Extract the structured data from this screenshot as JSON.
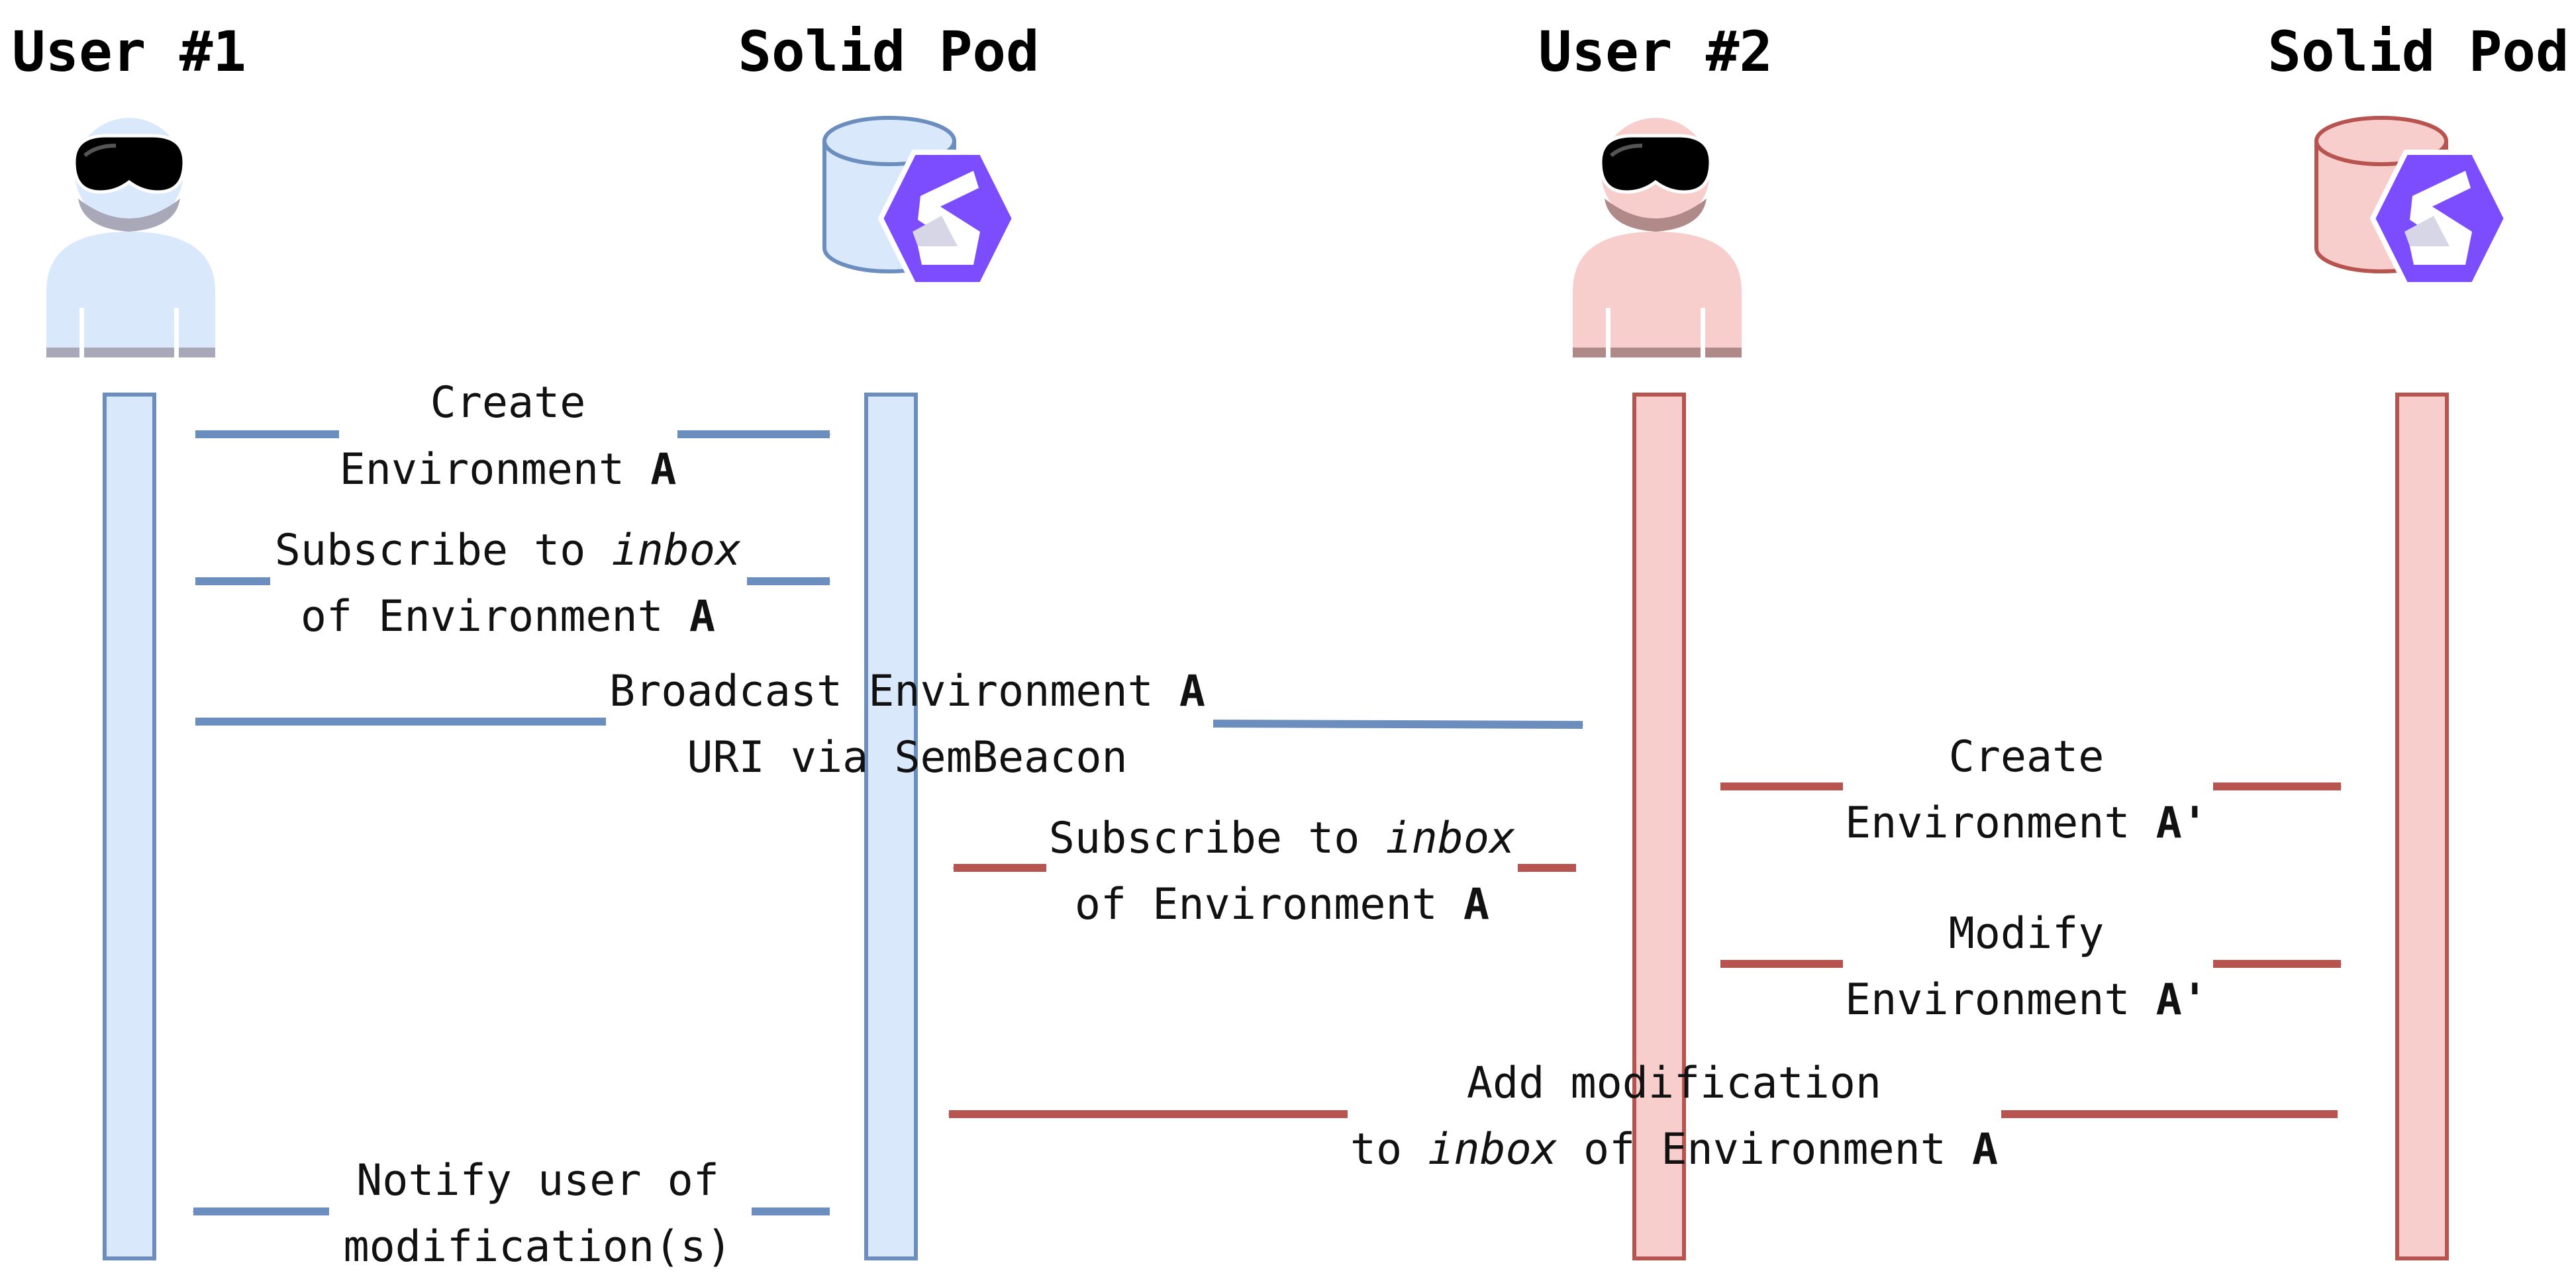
{
  "colors": {
    "blue_fill": "#dae8fc",
    "blue_stroke": "#6c8ebf",
    "red_fill": "#f8cecc",
    "red_stroke": "#b85450",
    "solid_purple": "#7c4dff",
    "headset": "#000000"
  },
  "actors": [
    {
      "name": "User #1",
      "icon": "user-headset-icon",
      "theme": "blue"
    },
    {
      "name": "Solid Pod",
      "icon": "solid-pod-icon",
      "theme": "blue"
    },
    {
      "name": "User #2",
      "icon": "user-headset-icon",
      "theme": "red"
    },
    {
      "name": "Solid Pod",
      "icon": "solid-pod-icon",
      "theme": "red"
    }
  ],
  "messages": [
    {
      "line1": "Create",
      "line2_pre": "Environment ",
      "line2_em": "",
      "line2_post": "",
      "line2_bold": "A",
      "theme": "blue",
      "direction": "right"
    },
    {
      "line1_pre": "Subscribe to ",
      "line1_em": "inbox",
      "line2_pre": "of Environment ",
      "line2_bold": "A",
      "theme": "blue",
      "direction": "right"
    },
    {
      "line1_pre": "Broadcast Environment ",
      "line1_bold": "A",
      "line2": "URI via SemBeacon",
      "theme": "blue",
      "direction": "right"
    },
    {
      "line1": "Create",
      "line2_pre": "Environment ",
      "line2_bold": "A'",
      "theme": "red",
      "direction": "right"
    },
    {
      "line1_pre": "Subscribe to ",
      "line1_em": "inbox",
      "line2_pre": "of Environment ",
      "line2_bold": "A",
      "theme": "red",
      "direction": "left"
    },
    {
      "line1": "Modify",
      "line2_pre": "Environment ",
      "line2_bold": "A'",
      "theme": "red",
      "direction": "right"
    },
    {
      "line1": "Add modification",
      "line2_pre": "to ",
      "line2_em": "inbox",
      "line2_mid": " of Environment ",
      "line2_bold": "A",
      "theme": "red",
      "direction": "left"
    },
    {
      "line1": "Notify user of",
      "line2": "modification(s)",
      "theme": "blue",
      "direction": "left"
    }
  ]
}
